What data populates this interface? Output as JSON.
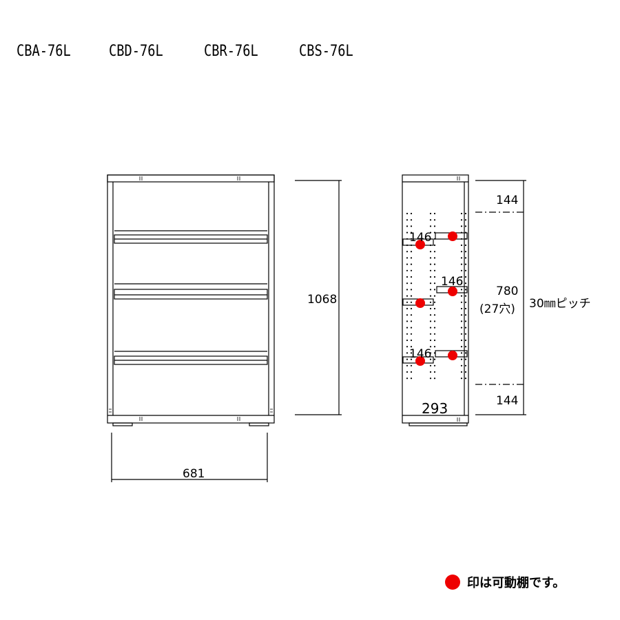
{
  "models": [
    "CBA-76L",
    "CBD-76L",
    "CBR-76L",
    "CBS-76L"
  ],
  "dimensions": {
    "height": "1068",
    "width": "681",
    "depth": "293",
    "top_offset": "144",
    "bottom_offset": "144",
    "adjust_range": "780",
    "hole_count": "(27穴)",
    "pitch": "30㎜ピッチ",
    "shelf_depths": [
      "146",
      "146",
      "146"
    ]
  },
  "legend": {
    "text": "印は可動棚です。",
    "color": "#ee0000"
  },
  "colors": {
    "line": "#000000",
    "marker": "#ee0000"
  }
}
